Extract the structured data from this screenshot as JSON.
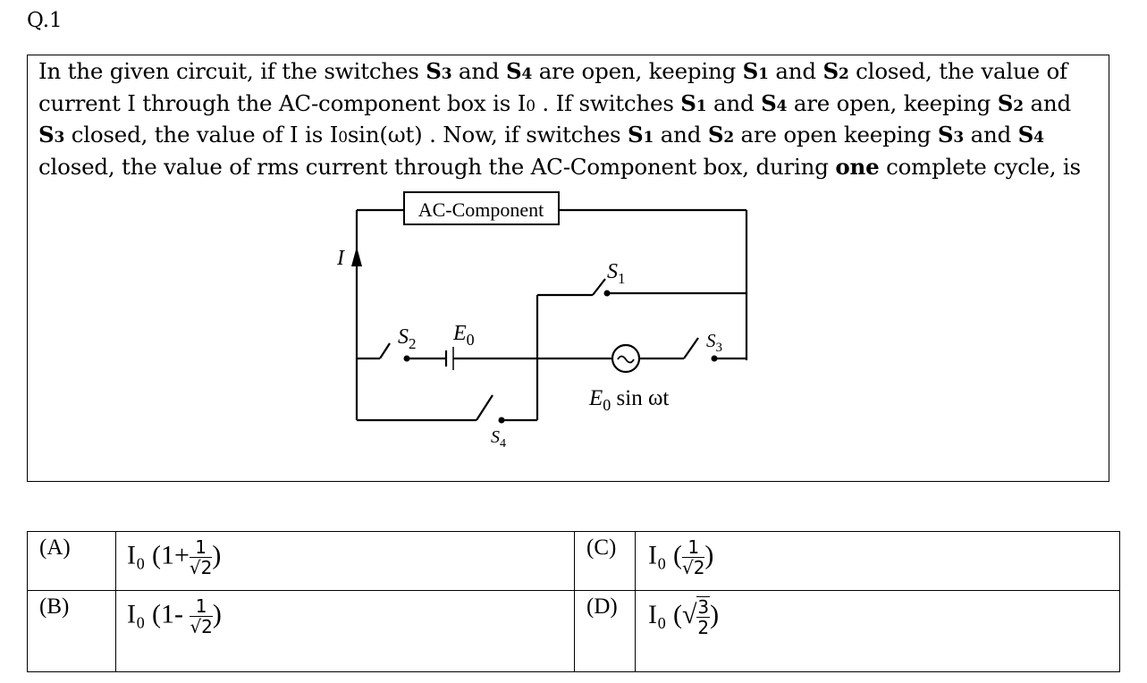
{
  "question": {
    "number": "Q.1",
    "text_parts": [
      {
        "t": "In the given circuit, if the switches "
      },
      {
        "b": "S",
        "s": "3"
      },
      {
        "t": " and "
      },
      {
        "b": "S",
        "s": "4"
      },
      {
        "t": "  are open, keeping "
      },
      {
        "b": "S",
        "s": "1"
      },
      {
        "t": " and "
      },
      {
        "b": "S",
        "s": "2"
      },
      {
        "t": " closed, the value of current I through the AC-component box is I"
      },
      {
        "s": "0"
      },
      {
        "t": " . If switches "
      },
      {
        "b": "S",
        "s": "1"
      },
      {
        "t": " and "
      },
      {
        "b": "S",
        "s": "4"
      },
      {
        "t": " are open, keeping "
      },
      {
        "b": "S",
        "s": "2"
      },
      {
        "t": " and "
      },
      {
        "b": "S",
        "s": "3"
      },
      {
        "t": " closed, the value of I is I"
      },
      {
        "s": "0"
      },
      {
        "t": "sin(ωt) . Now, if switches "
      },
      {
        "b": "S",
        "s": "1"
      },
      {
        "t": " and "
      },
      {
        "b": "S",
        "s": "2"
      },
      {
        "t": " are open keeping "
      },
      {
        "b": "S",
        "s": "3"
      },
      {
        "t": " and "
      },
      {
        "b": "S",
        "s": "4"
      },
      {
        "t": " closed, the value of rms current through the AC-Component box, during "
      },
      {
        "b": "one"
      },
      {
        "t": " complete cycle, is"
      }
    ]
  },
  "circuit": {
    "component_label": "AC-Component",
    "current_label": "I",
    "s1": "S",
    "s1_sub": "1",
    "s2": "S",
    "s2_sub": "2",
    "s3": "S",
    "s3_sub": "3",
    "s4": "S",
    "s4_sub": "4",
    "e0": "E",
    "e0_sub": "0",
    "source_e": "E",
    "source_sub": "0",
    "source_rest": " sin ωt",
    "source_symbol": "~"
  },
  "options": {
    "a": {
      "label": "(A)",
      "prefix": "I₀ (1+",
      "num": "1",
      "den": "√2",
      "suffix": ")"
    },
    "b": {
      "label": "(B)",
      "prefix": "I₀ (1- ",
      "num": "1",
      "den": "√2",
      "suffix": ")"
    },
    "c": {
      "label": "(C)",
      "prefix": "I₀ (",
      "num": "1",
      "den": "√2",
      "suffix": ")"
    },
    "d": {
      "label": "(D)",
      "prefix": "I₀ (",
      "num": "3",
      "den": "2",
      "suffix": ")"
    }
  }
}
